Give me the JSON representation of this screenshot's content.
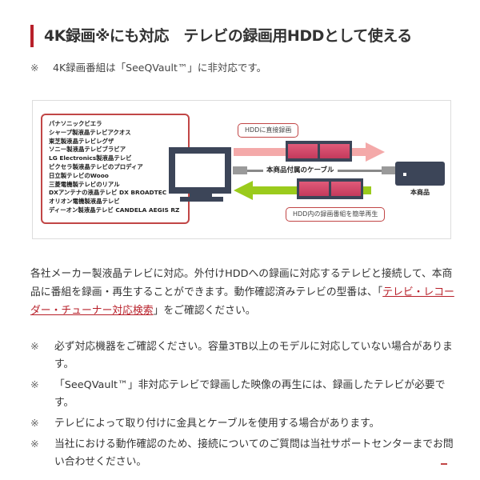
{
  "heading": "4K録画※にも対応　テレビの録画用HDDとして使える",
  "note_top": {
    "mark": "※",
    "text": "4K録画番組は「SeeQVault™」に非対応です。"
  },
  "diagram": {
    "tv_list": [
      "パナソニックビエラ",
      "シャープ製液晶テレビアクオス",
      "東芝製液晶テレビレグザ",
      "ソニー製液晶テレビブラビア",
      "LG Electronics製液晶テレビ",
      "ピクセラ製液晶テレビのプロディア",
      "日立製テレビのWooo",
      "三菱電機製テレビのリアル",
      "DXアンテナの液晶テレビ DX BROADTEC",
      "オリオン電機製液晶テレビ",
      "ディーオン製液晶テレビ CANDELA AEGIS RZ"
    ],
    "bubble_record": "HDDに直接録画",
    "cable_label": "本商品付属のケーブル",
    "bubble_play": "HDD内の録画番組を簡単再生",
    "hdd_label": "本商品",
    "colors": {
      "record_arrow": "#f4a9a9",
      "play_arrow": "#9bcb1c",
      "device": "#3c4558",
      "frame_border": "#c14646"
    }
  },
  "body": {
    "text_before_link": "各社メーカー製液晶テレビに対応。外付けHDDへの録画に対応するテレビと接続して、本商品に番組を録画・再生することができます。動作確認済みテレビの型番は、「",
    "link": "テレビ・レコーダー・チューナー対応検索",
    "text_after_link": "」をご確認ください。"
  },
  "notes": [
    {
      "mark": "※",
      "text": "必ず対応機器をご確認ください。容量3TB以上のモデルに対応していない場合があります。"
    },
    {
      "mark": "※",
      "text": "「SeeQVault™」非対応テレビで録画した映像の再生には、録画したテレビが必要です。"
    },
    {
      "mark": "※",
      "text": "テレビによって取り付けに金具とケーブルを使用する場合があります。"
    },
    {
      "mark": "※",
      "text": "当社における動作確認のため、接続についてのご質問は当社サポートセンターまでお問い合わせください。"
    }
  ],
  "accent_color": "#b8202a"
}
